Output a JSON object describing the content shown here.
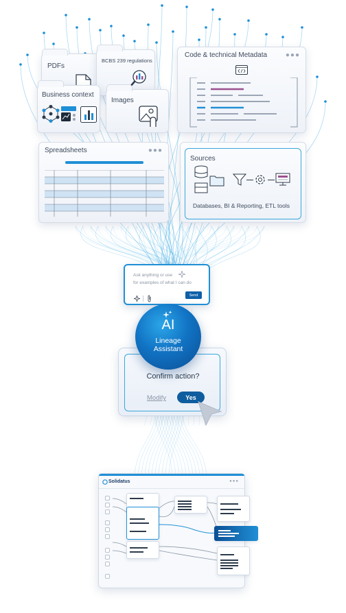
{
  "cards": {
    "pdfs": {
      "title": "PDFs"
    },
    "bcbs": {
      "title": "BCBS 239 regulations"
    },
    "code": {
      "title": "Code & technical Metadata"
    },
    "business": {
      "title": "Business context"
    },
    "images": {
      "title": "Images"
    },
    "spreadsheets": {
      "title": "Spreadsheets"
    },
    "sources": {
      "title": "Sources",
      "caption": "Databases, BI & Reporting, ETL tools"
    }
  },
  "chat": {
    "line1": "Ask anything or use",
    "line2": "for examples of what I can do",
    "send_label": "Send"
  },
  "assistant": {
    "big": "AI",
    "line1": "Lineage",
    "line2": "Assistant"
  },
  "confirm": {
    "title": "Confirm action?",
    "modify_label": "Modify",
    "yes_label": "Yes"
  },
  "app": {
    "logo": "Solidatus"
  },
  "colors": {
    "accent": "#1f8fd6",
    "dark_blue": "#0f5d9f",
    "line": "#4fb3e6",
    "purple": "#9b4f8e"
  },
  "icons": [
    "document-icon",
    "magnifier-chart-icon",
    "code-icon",
    "network-icon",
    "image-icon",
    "database-icon",
    "folder-icon",
    "filter-icon",
    "gear-icon",
    "monitor-icon",
    "sparkle-icon",
    "paperclip-icon",
    "cursor-pointer-icon"
  ]
}
